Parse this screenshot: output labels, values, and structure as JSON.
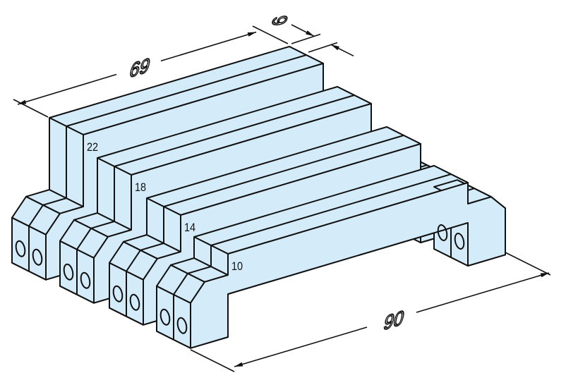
{
  "drawing": {
    "parts": [
      {
        "label": "22"
      },
      {
        "label": "18"
      },
      {
        "label": "14"
      },
      {
        "label": "10"
      }
    ],
    "dimensions": {
      "length": "69",
      "thickness": "6",
      "span": "90"
    }
  },
  "colors": {
    "fill": "#d4ecf9",
    "stroke": "#111111",
    "background": "#ffffff"
  }
}
